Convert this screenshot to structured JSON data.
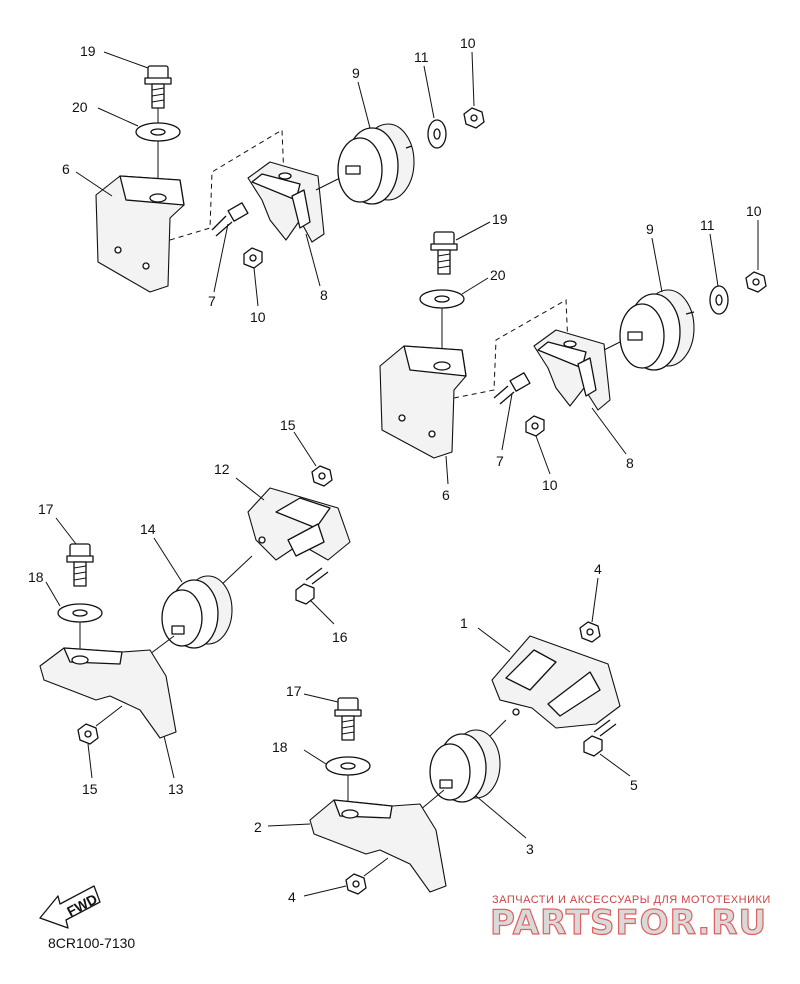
{
  "diagram_code": "8CR100-7130",
  "fwd_label": "FWD",
  "watermark": {
    "line1": "ЗАПЧАСТИ И АКСЕССУАРЫ ДЛЯ МОТОТЕХНИКИ",
    "line2": "PARTSFOR.RU"
  },
  "callouts": [
    "19",
    "20",
    "6",
    "7",
    "10",
    "8",
    "9",
    "11",
    "10",
    "19",
    "20",
    "9",
    "11",
    "10",
    "7",
    "10",
    "8",
    "6",
    "15",
    "12",
    "17",
    "14",
    "18",
    "16",
    "15",
    "13",
    "4",
    "1",
    "17",
    "5",
    "18",
    "2",
    "3",
    "4"
  ]
}
